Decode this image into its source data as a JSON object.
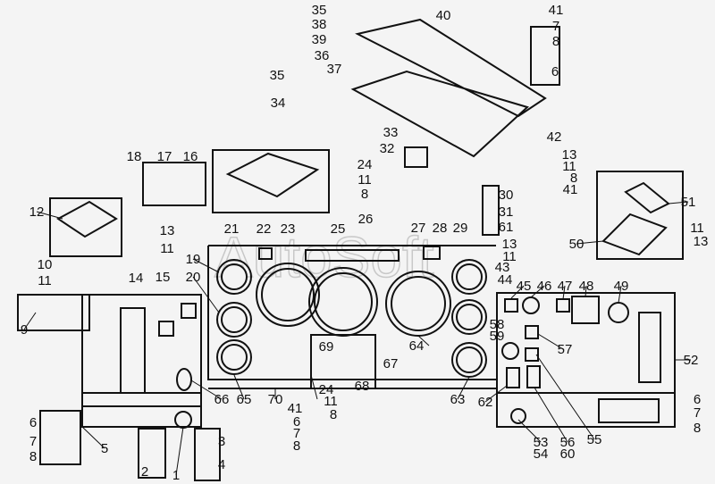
{
  "watermark": "AutoSoft",
  "callouts": [
    "35",
    "38",
    "39",
    "40",
    "41",
    "7",
    "8",
    "6",
    "36",
    "35",
    "37",
    "34",
    "33",
    "32",
    "42",
    "13",
    "11",
    "8",
    "41",
    "18",
    "17",
    "16",
    "24",
    "11",
    "8",
    "12",
    "13",
    "11",
    "10",
    "11",
    "9",
    "14",
    "15",
    "19",
    "20",
    "21",
    "22",
    "23",
    "25",
    "26",
    "27",
    "28",
    "29",
    "30",
    "31",
    "61",
    "13",
    "11",
    "43",
    "44",
    "45",
    "46",
    "47",
    "48",
    "49",
    "50",
    "51",
    "11",
    "13",
    "52",
    "58",
    "59",
    "57",
    "66",
    "65",
    "70",
    "69",
    "24",
    "11",
    "8",
    "41",
    "6",
    "7",
    "8",
    "67",
    "68",
    "64",
    "63",
    "62",
    "6",
    "7",
    "8",
    "53",
    "54",
    "56",
    "60",
    "55",
    "6",
    "7",
    "8",
    "5",
    "2",
    "1",
    "3",
    "4"
  ],
  "colors": {
    "ink": "#111111",
    "paper": "#f4f4f4",
    "watermark": "#c8c8c8"
  }
}
